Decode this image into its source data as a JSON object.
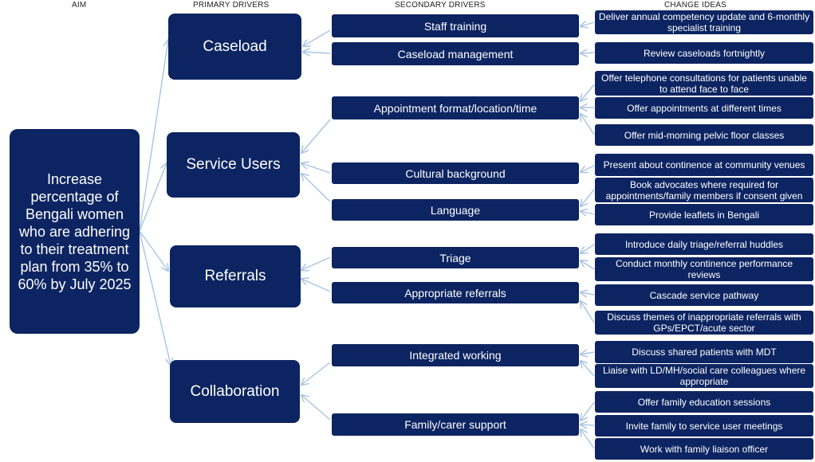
{
  "headers": {
    "aim": "AIM",
    "primary": "PRIMARY DRIVERS",
    "secondary": "SECONDARY DRIVERS",
    "change": "CHANGE IDEAS"
  },
  "aim": {
    "text": "Increase percentage of Bengali women who are adhering to their treatment plan from 35% to 60% by July 2025"
  },
  "primary_drivers": [
    "Caseload",
    "Service Users",
    "Referrals",
    "Collaboration"
  ],
  "secondary_drivers": [
    "Staff training",
    "Caseload management",
    "Appointment format/location/time",
    "Cultural background",
    "Language",
    "Triage",
    "Appropriate referrals",
    "Integrated working",
    "Family/carer support"
  ],
  "change_ideas": [
    "Deliver annual competency update and 6-monthly specialist training",
    "Review caseloads fortnightly",
    "Offer telephone consultations for patients unable to attend face to face",
    "Offer appointments at different times",
    "Offer mid-morning pelvic floor classes",
    "Present about continence at community venues",
    "Book advocates where required for appointments/family members if consent given",
    "Provide leaflets in Bengali",
    "Introduce daily triage/referral huddles",
    "Conduct monthly continence performance reviews",
    "Cascade service pathway",
    "Discuss themes of inappropriate referrals with GPs/EPCT/acute sector",
    "Discuss shared patients with MDT",
    "Liaise with LD/MH/social care colleagues where appropriate",
    "Offer family education sessions",
    "Invite family to service user meetings",
    "Work with family liaison officer"
  ]
}
